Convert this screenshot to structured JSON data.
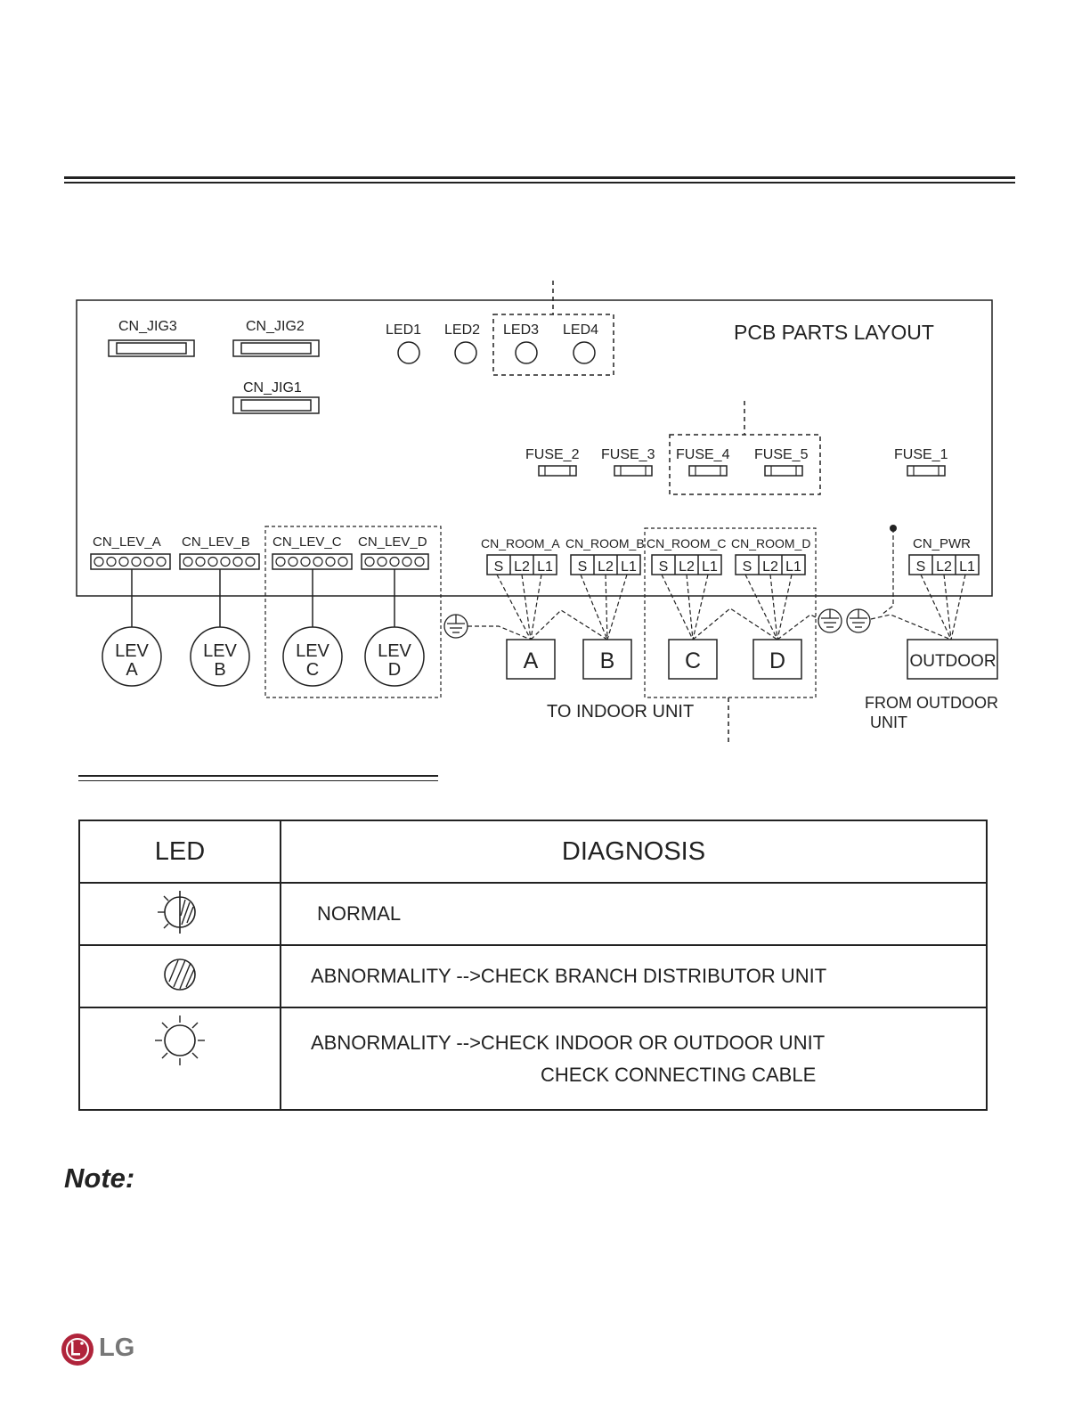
{
  "diagram": {
    "title": "PCB PARTS LAYOUT",
    "jigs": [
      "CN_JIG3",
      "CN_JIG2",
      "CN_JIG1"
    ],
    "leds": [
      "LED1",
      "LED2",
      "LED3",
      "LED4"
    ],
    "fuses": [
      "FUSE_2",
      "FUSE_3",
      "FUSE_4",
      "FUSE_5",
      "FUSE_1"
    ],
    "lev_connectors": [
      "CN_LEV_A",
      "CN_LEV_B",
      "CN_LEV_C",
      "CN_LEV_D"
    ],
    "lev_valves": [
      {
        "line1": "LEV",
        "line2": "A"
      },
      {
        "line1": "LEV",
        "line2": "B"
      },
      {
        "line1": "LEV",
        "line2": "C"
      },
      {
        "line1": "LEV",
        "line2": "D"
      }
    ],
    "room_connectors": [
      "CN_ROOM_A",
      "CN_ROOM_B",
      "CN_ROOM_C",
      "CN_ROOM_D"
    ],
    "pwr_connector": "CN_PWR",
    "terminals": [
      "S",
      "L2",
      "L1"
    ],
    "indoor_units": [
      "A",
      "B",
      "C",
      "D"
    ],
    "outdoor_box": "OUTDOOR",
    "to_indoor_label": "TO INDOOR UNIT",
    "from_outdoor_line1": "FROM OUTDOOR",
    "from_outdoor_line2": "UNIT"
  },
  "table": {
    "header_led": "LED",
    "header_diagnosis": "DIAGNOSIS",
    "rows": [
      {
        "icon": "led-blinking-half-icon",
        "lines": [
          "NORMAL"
        ]
      },
      {
        "icon": "led-off-hatched-icon",
        "lines": [
          "ABNORMALITY -->CHECK BRANCH DISTRIBUTOR UNIT"
        ]
      },
      {
        "icon": "led-on-lit-icon",
        "lines": [
          "ABNORMALITY -->CHECK INDOOR OR OUTDOOR UNIT",
          "CHECK CONNECTING CABLE"
        ]
      }
    ]
  },
  "note_label": "Note:",
  "logo_text": "LG",
  "colors": {
    "logo_red": "#b0243b",
    "logo_gray": "#777777",
    "ink": "#222222"
  }
}
